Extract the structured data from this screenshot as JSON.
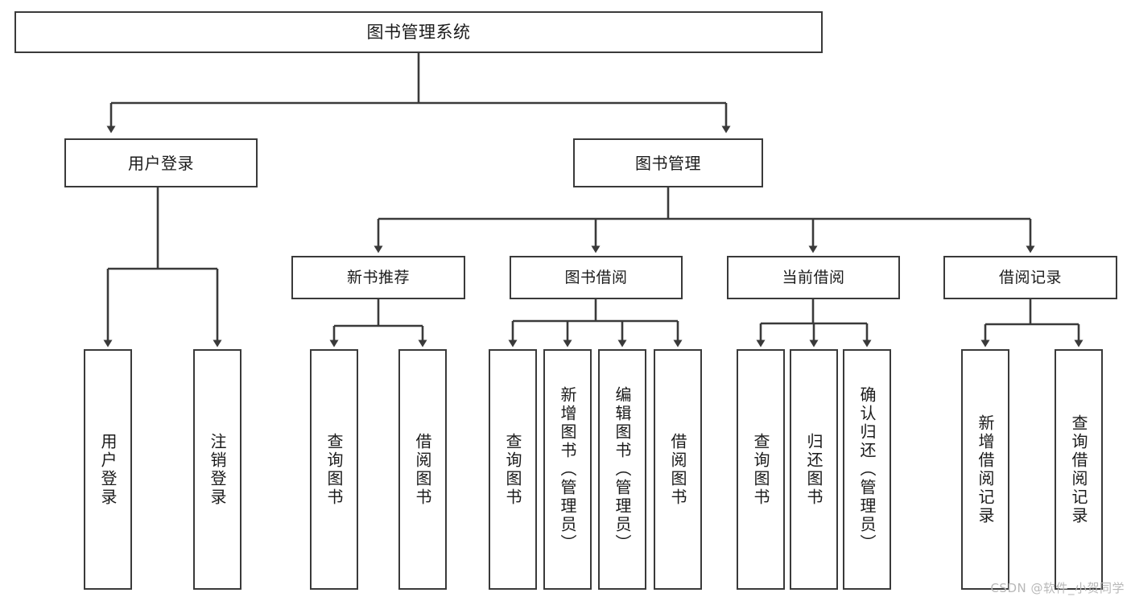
{
  "diagram": {
    "title": "图书管理系统",
    "type": "tree-hierarchy-chart",
    "orientation": "top-down",
    "colors": {
      "background": "#ffffff",
      "node_fill": "#ffffff",
      "node_stroke": "#3a3a3a",
      "edge_stroke": "#3a3a3a",
      "text": "#1b1b1b",
      "watermark": "#b8b8b8"
    }
  },
  "root": {
    "label": "图书管理系统"
  },
  "level1": [
    {
      "label": "用户登录"
    },
    {
      "label": "图书管理"
    }
  ],
  "level2": [
    {
      "label": "新书推荐"
    },
    {
      "label": "图书借阅"
    },
    {
      "label": "当前借阅"
    },
    {
      "label": "借阅记录"
    }
  ],
  "leaves": {
    "user_login": [
      {
        "label": "用户登录"
      },
      {
        "label": "注销登录"
      }
    ],
    "new_book_recommend": [
      {
        "label": "查询图书"
      },
      {
        "label": "借阅图书"
      }
    ],
    "book_borrow": [
      {
        "label": "查询图书"
      },
      {
        "label": "新增图书（管理员）"
      },
      {
        "label": "编辑图书（管理员）"
      },
      {
        "label": "借阅图书"
      }
    ],
    "current_borrow": [
      {
        "label": "查询图书"
      },
      {
        "label": "归还图书"
      },
      {
        "label": "确认归还（管理员）"
      }
    ],
    "borrow_record": [
      {
        "label": "新增借阅记录"
      },
      {
        "label": "查询借阅记录"
      }
    ]
  },
  "watermark": {
    "text": "CSDN @软件_小贺同学"
  }
}
